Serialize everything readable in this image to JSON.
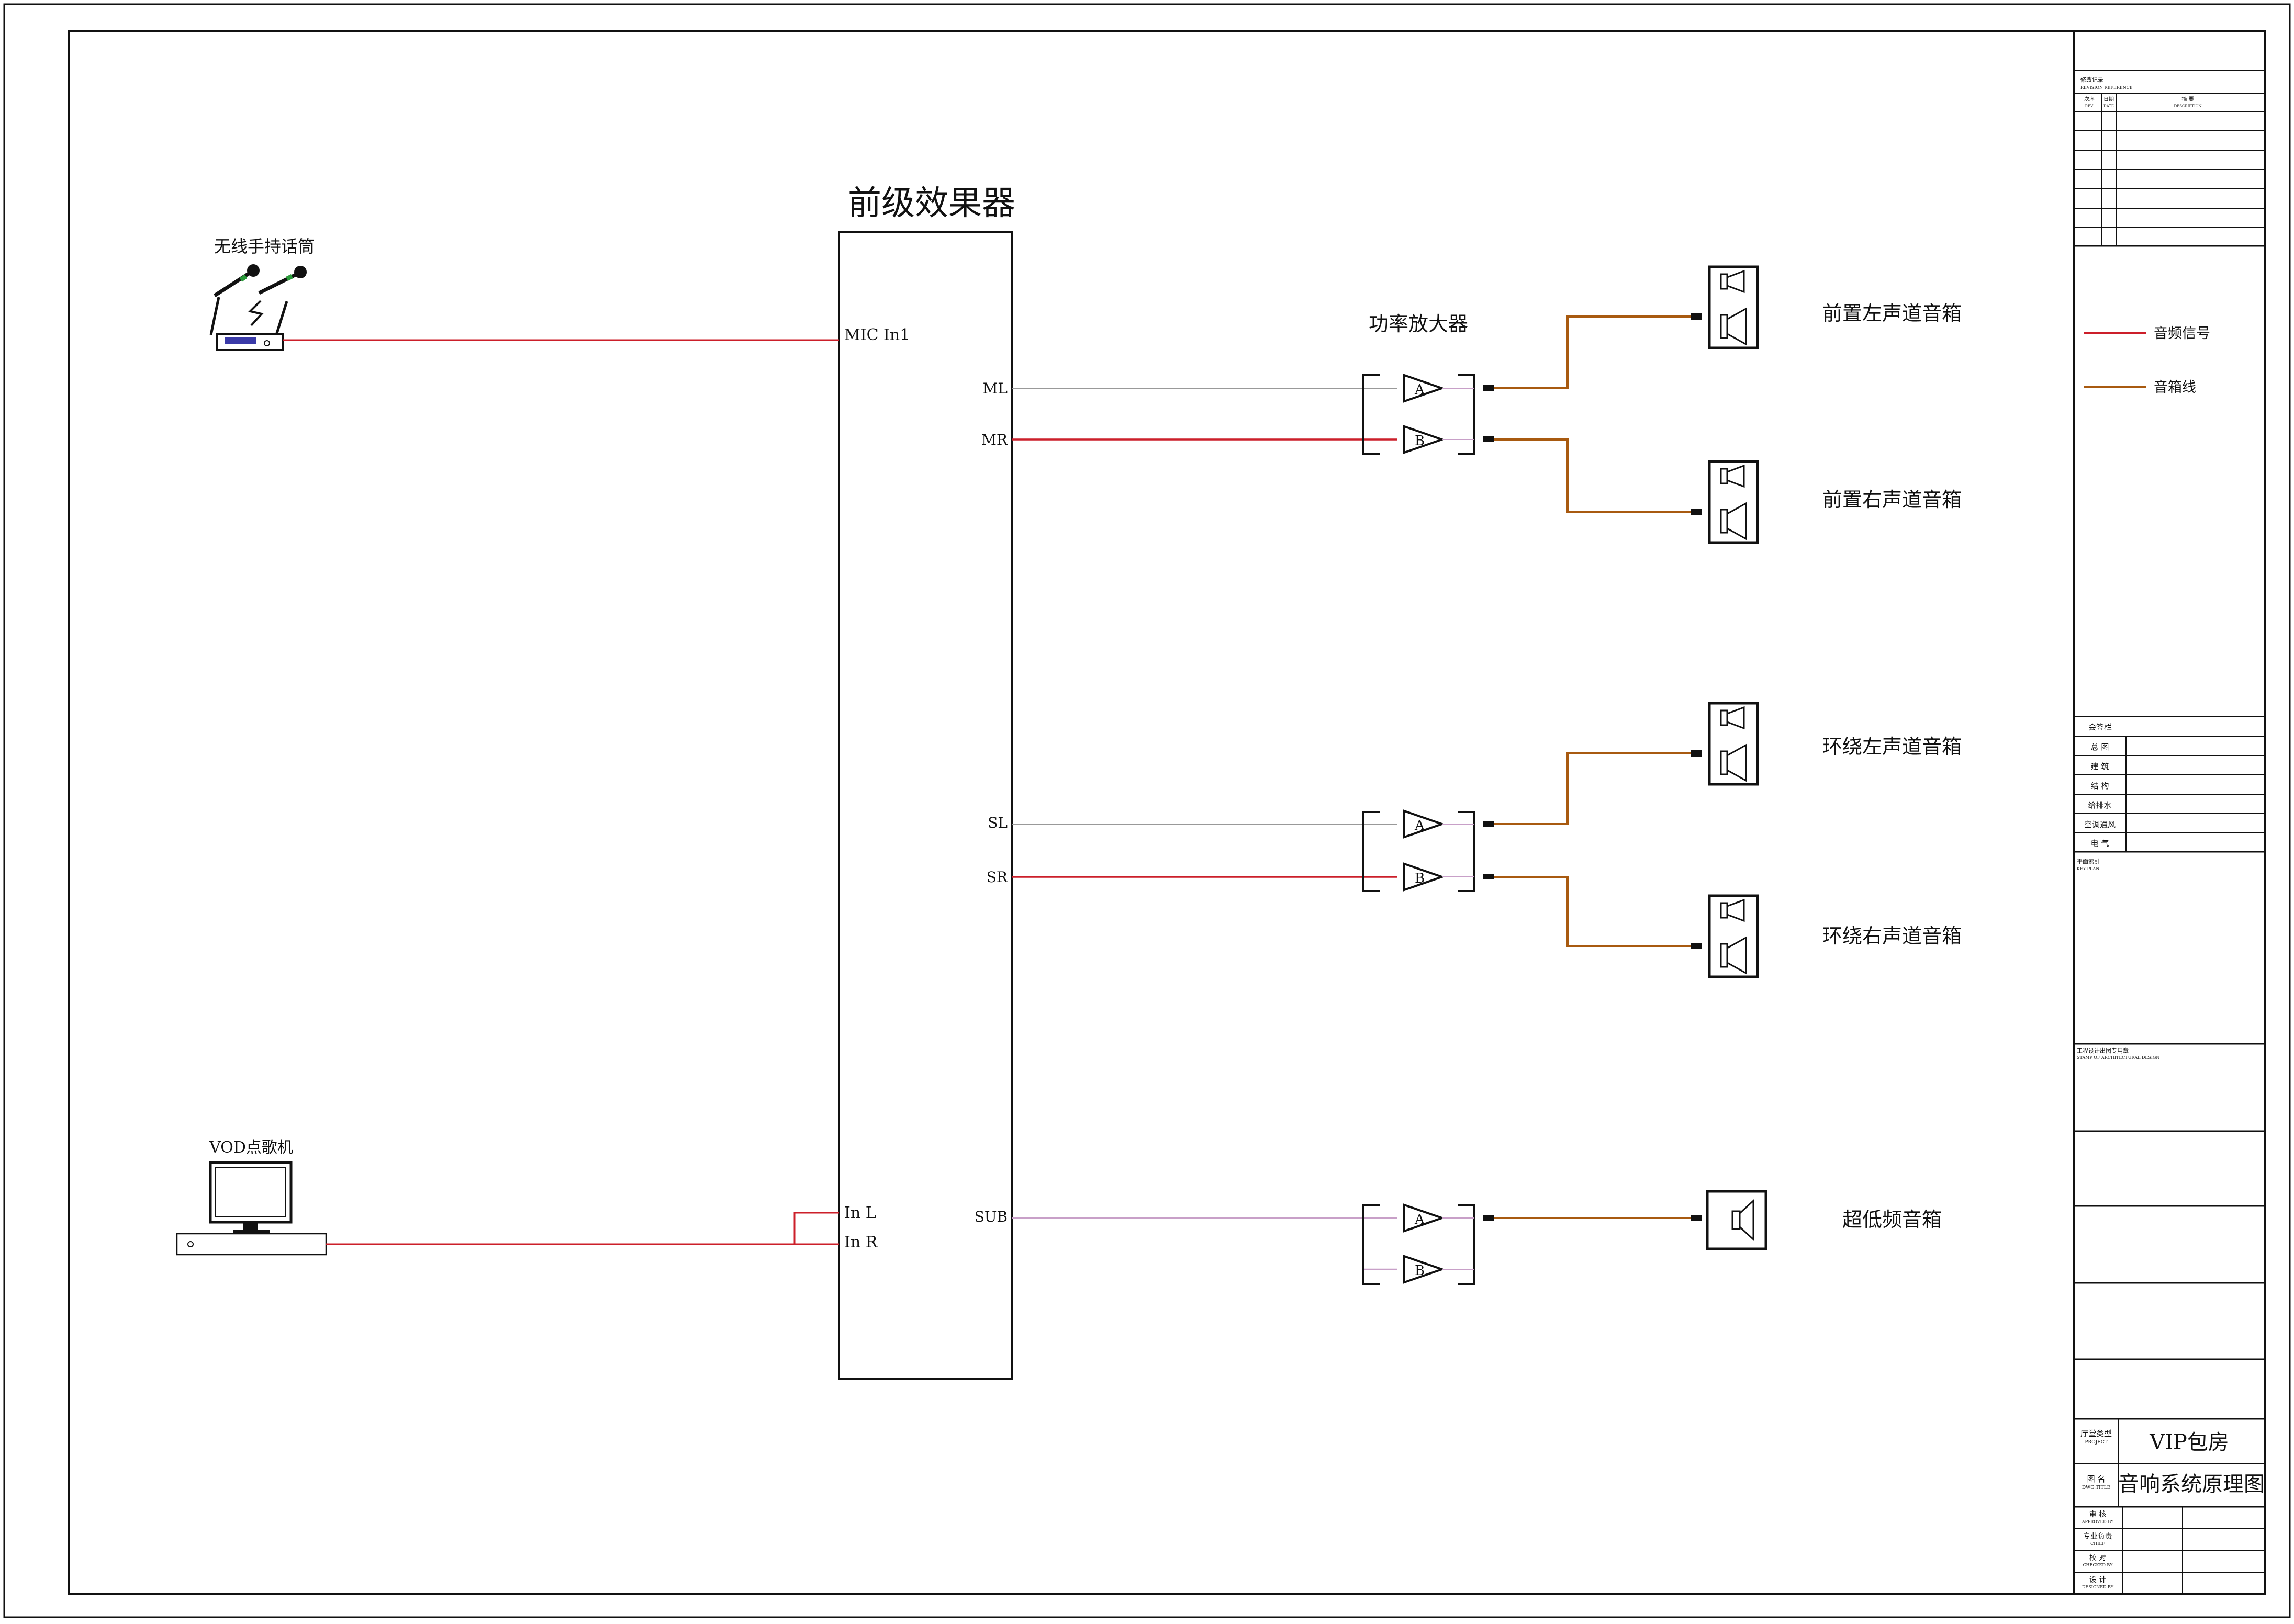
{
  "colors": {
    "signal": "#cc1f2a",
    "speaker_line": "#a85a10",
    "mono": "#c8a0c8",
    "frame": "#111111",
    "pink": "#cc2f8c",
    "receiver_panel": "#3a3aa8",
    "title_red": "#c8202a"
  },
  "icons": {
    "microphone": "wireless-microphone-icon",
    "receiver": "wireless-receiver-icon",
    "computer": "vod-computer-icon",
    "amplifier": "amplifier-triangle-icon",
    "speaker": "speaker-cabinet-icon",
    "subwoofer": "subwoofer-cabinet-icon"
  },
  "devices": {
    "mic_title": "无线手持话筒",
    "vod_title": "VOD点歌机",
    "processor_title": "前级效果器",
    "amp_title": "功率放大器"
  },
  "processor_ports": {
    "mic_in": "MIC In1",
    "in_l": "In L",
    "in_r": "In R",
    "ml": "ML",
    "mr": "MR",
    "sl": "SL",
    "sr": "SR",
    "sub": "SUB"
  },
  "amp_channels": {
    "a": "A",
    "b": "B"
  },
  "speakers": {
    "front_left": "前置左声道音箱",
    "front_right": "前置右声道音箱",
    "surround_left": "环绕左声道音箱",
    "surround_right": "环绕右声道音箱",
    "subwoofer": "超低频音箱"
  },
  "legend": {
    "audio_signal": "音频信号",
    "speaker_cable": "音箱线"
  },
  "title_block": {
    "revision_header": "修改记录",
    "revision_header_en": "REVISION REFERENCE",
    "rev_col": "次序",
    "rev_col_en": "REV.",
    "date_col": "日期",
    "date_col_en": "DATE",
    "desc_col": "摘 要",
    "desc_col_en": "DESCRIPTION",
    "sign_header": "会签栏",
    "sign_rows": [
      "总 图",
      "建 筑",
      "结 构",
      "给排水",
      "空调通风",
      "电 气"
    ],
    "key_plan": "平面索引",
    "key_plan_en": "KEY PLAN",
    "stamp": "工程设计出图专用章",
    "stamp_en": "STAMP OF ARCHITECTURAL DESIGN",
    "project_label": "厅堂类型",
    "project_label_en": "PROJECT",
    "project_value": "VIP包房",
    "dwg_label": "图 名",
    "dwg_label_en": "DWG.TITLE",
    "dwg_value": "音响系统原理图",
    "approved": "审 核",
    "approved_en": "APPROVED BY",
    "chief": "专业负责",
    "chief_en": "CHIEF",
    "checked": "校 对",
    "checked_en": "CHECKED BY",
    "designed": "设 计",
    "designed_en": "DESIGNED BY"
  }
}
